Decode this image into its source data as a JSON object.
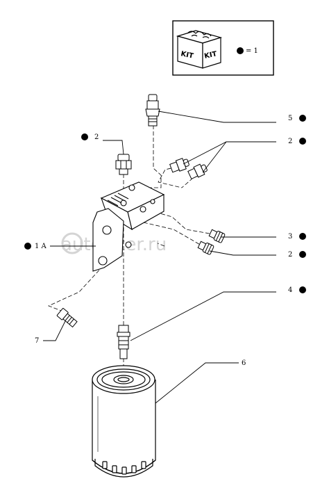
{
  "watermark": "autopiter.ru",
  "legend": {
    "kit_word": "KIT",
    "equals_text": "= 1"
  },
  "callouts": [
    {
      "id": "c5",
      "text": "5"
    },
    {
      "id": "c2a",
      "text": "2"
    },
    {
      "id": "c2b",
      "text": "2"
    },
    {
      "id": "c1a",
      "text": "1 A"
    },
    {
      "id": "c3",
      "text": "3"
    },
    {
      "id": "c2c",
      "text": "2"
    },
    {
      "id": "c4",
      "text": "4"
    },
    {
      "id": "c7",
      "text": "7"
    },
    {
      "id": "c6",
      "text": "6"
    }
  ],
  "colors": {
    "ink": "#000000",
    "watermark": "#d4d4d4"
  }
}
